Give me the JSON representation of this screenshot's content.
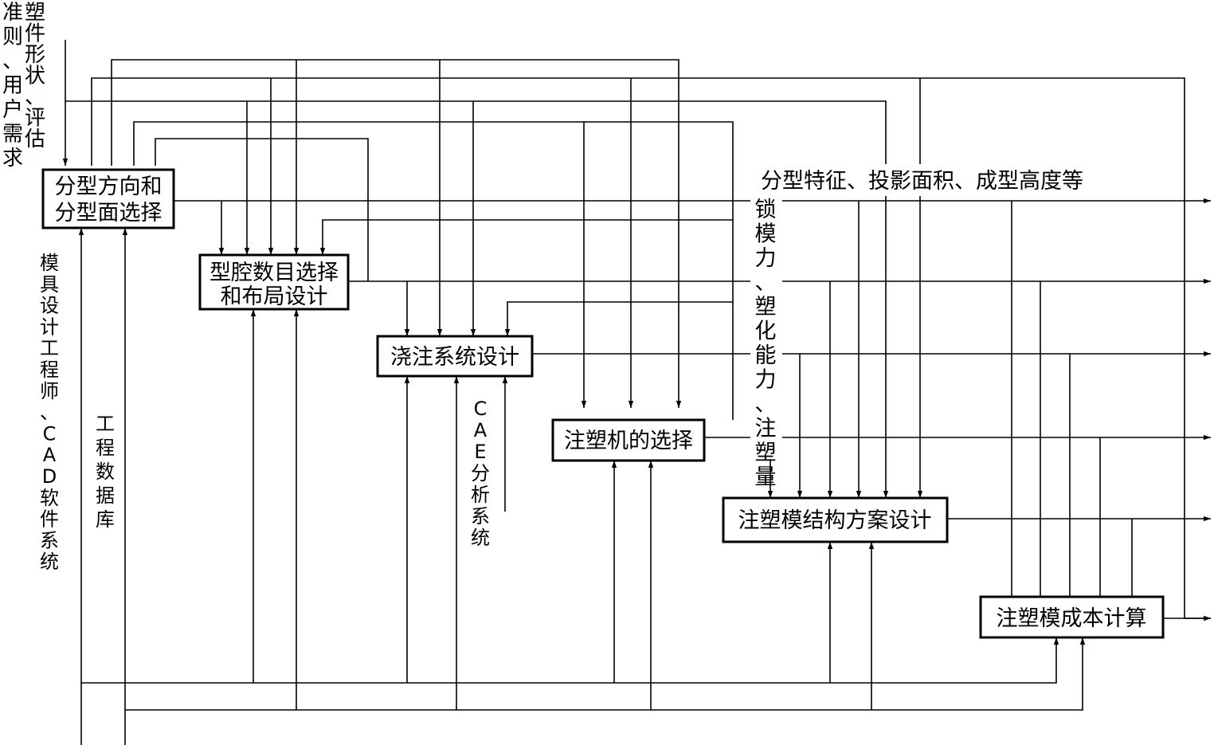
{
  "boxes": {
    "parting": [
      "分型方向和",
      "分型面选择"
    ],
    "cavity": [
      "型腔数目选择",
      "和布局设计"
    ],
    "gating": [
      "浇注系统设计"
    ],
    "machine": [
      "注塑机的选择"
    ],
    "structure": [
      "注塑模结构方案设计"
    ],
    "cost": [
      "注塑模成本计算"
    ]
  },
  "inputs": {
    "rules": "准则、用户需求",
    "shape": "塑件形状、评估"
  },
  "mechanisms": {
    "engineer": "模具设计工程师、CAD软件系统",
    "database": "工程数据库",
    "cae": "CAE分析系统"
  },
  "annotations": {
    "parting_features": "分型特征、投影面积、成型高度等",
    "machine_params": "锁模力、塑化能力、注塑量"
  }
}
